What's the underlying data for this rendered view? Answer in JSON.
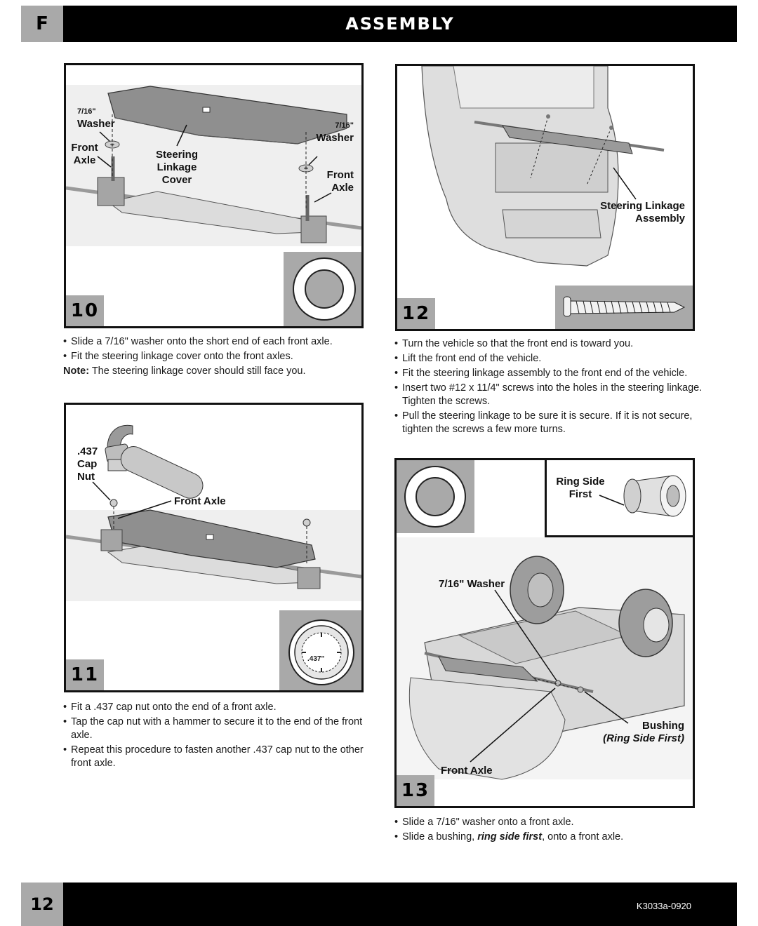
{
  "header": {
    "section_letter": "F",
    "title": "ASSEMBLY"
  },
  "footer": {
    "page_number": "12",
    "doc_code": "K3033a-0920"
  },
  "steps": {
    "s10": {
      "number": "10",
      "labels": {
        "washer_left_frac": "7/16\"",
        "washer_left": "Washer",
        "front_axle_left_1": "Front",
        "front_axle_left_2": "Axle",
        "cover_1": "Steering",
        "cover_2": "Linkage",
        "cover_3": "Cover",
        "washer_right_frac": "7/16\"",
        "washer_right": "Washer",
        "front_axle_right_1": "Front",
        "front_axle_right_2": "Axle"
      },
      "instructions": [
        "Slide a 7/16\" washer onto the short end of each front axle.",
        "Fit the steering linkage cover onto the front axles."
      ],
      "note_label": "Note:",
      "note_text": " The steering linkage cover should still face you."
    },
    "s11": {
      "number": "11",
      "labels": {
        "cap_nut_1": ".437",
        "cap_nut_2": "Cap",
        "cap_nut_3": "Nut",
        "front_axle": "Front Axle",
        "nut_size": ".437\""
      },
      "instructions": [
        "Fit a .437 cap nut onto the end of a front axle.",
        "Tap the cap nut with a hammer to secure it to the end of the front axle.",
        "Repeat this procedure to fasten another .437 cap nut to the other front axle."
      ]
    },
    "s12": {
      "number": "12",
      "labels": {
        "assembly_1": "Steering Linkage",
        "assembly_2": "Assembly"
      },
      "instructions": [
        "Turn the vehicle so that the front end is toward you.",
        "Lift the front end of the vehicle.",
        "Fit the steering linkage assembly to the front end of the vehicle.",
        "Insert two #12 x 11/4\" screws into the holes in the steering linkage. Tighten the screws.",
        "Pull the steering linkage to be sure it is secure. If it is not secure, tighten the screws a few more turns."
      ]
    },
    "s13": {
      "number": "13",
      "labels": {
        "ring_side_1": "Ring Side",
        "ring_side_2": "First",
        "washer": "7/16\" Washer",
        "bushing": "Bushing",
        "bushing_note": "(Ring Side First)",
        "front_axle": "Front Axle"
      },
      "instructions": [
        "Slide a 7/16\" washer onto a front axle."
      ],
      "inst2_pre": "Slide a bushing, ",
      "inst2_em": "ring side first",
      "inst2_post": ", onto a front axle."
    }
  },
  "colors": {
    "part_gray": "#8f8f8f",
    "light_gray": "#d9d9d9",
    "tab_gray": "#a9a9a9"
  }
}
